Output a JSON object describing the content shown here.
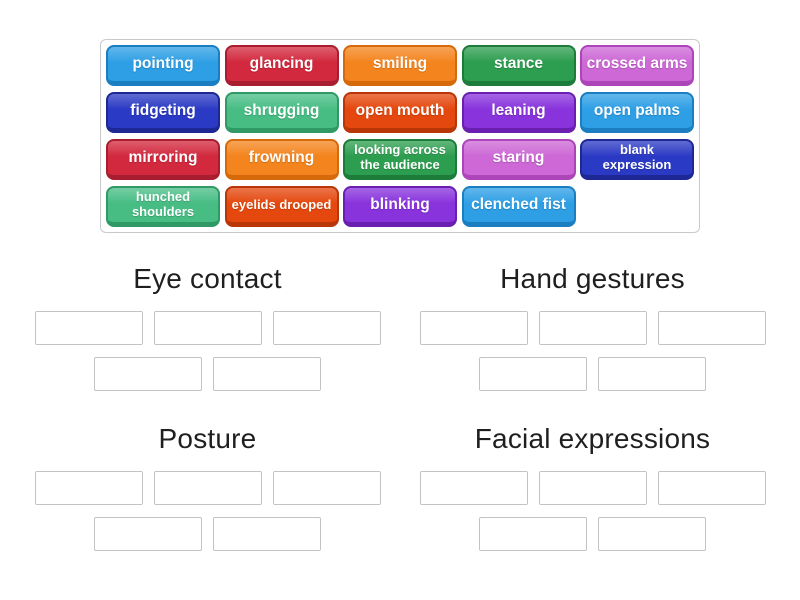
{
  "colors": {
    "page_background": "#ffffff",
    "tray_border": "#c9c9c9",
    "slot_border": "#c3c3c3",
    "title_text": "#1f1f1f",
    "tile_text": "#ffffff"
  },
  "tray": {
    "tiles": [
      {
        "label": "pointing",
        "fill": "#2e9fe5",
        "edge": "#1a7ec0"
      },
      {
        "label": "glancing",
        "fill": "#d2293e",
        "edge": "#a81e30"
      },
      {
        "label": "smiling",
        "fill": "#f4851e",
        "edge": "#d66a0a"
      },
      {
        "label": "stance",
        "fill": "#2d9e4f",
        "edge": "#1e7c3b"
      },
      {
        "label": "crossed arms",
        "fill": "#cd68d6",
        "edge": "#ac45b8"
      },
      {
        "label": "fidgeting",
        "fill": "#2b3ac4",
        "edge": "#1d2894"
      },
      {
        "label": "shrugging",
        "fill": "#47bd84",
        "edge": "#2f9a66"
      },
      {
        "label": "open mouth",
        "fill": "#e4480e",
        "edge": "#b83608"
      },
      {
        "label": "leaning",
        "fill": "#8833dc",
        "edge": "#6a1fb0"
      },
      {
        "label": "open palms",
        "fill": "#2e9fe5",
        "edge": "#1a7ec0"
      },
      {
        "label": "mirroring",
        "fill": "#d2293e",
        "edge": "#a81e30"
      },
      {
        "label": "frowning",
        "fill": "#f4851e",
        "edge": "#d66a0a"
      },
      {
        "label": "looking across the audience",
        "fill": "#2d9e4f",
        "edge": "#1e7c3b"
      },
      {
        "label": "staring",
        "fill": "#cd68d6",
        "edge": "#ac45b8"
      },
      {
        "label": "blank expression",
        "fill": "#2b3ac4",
        "edge": "#1d2894"
      },
      {
        "label": "hunched shoulders",
        "fill": "#47bd84",
        "edge": "#2f9a66"
      },
      {
        "label": "eyelids drooped",
        "fill": "#e4480e",
        "edge": "#b83608"
      },
      {
        "label": "blinking",
        "fill": "#8833dc",
        "edge": "#6a1fb0"
      },
      {
        "label": "clenched fist",
        "fill": "#2e9fe5",
        "edge": "#1a7ec0"
      }
    ]
  },
  "groups": [
    {
      "title": "Eye contact",
      "slot_rows": [
        3,
        2
      ]
    },
    {
      "title": "Hand gestures",
      "slot_rows": [
        3,
        2
      ]
    },
    {
      "title": "Posture",
      "slot_rows": [
        3,
        2
      ]
    },
    {
      "title": "Facial expressions",
      "slot_rows": [
        3,
        2
      ]
    }
  ]
}
